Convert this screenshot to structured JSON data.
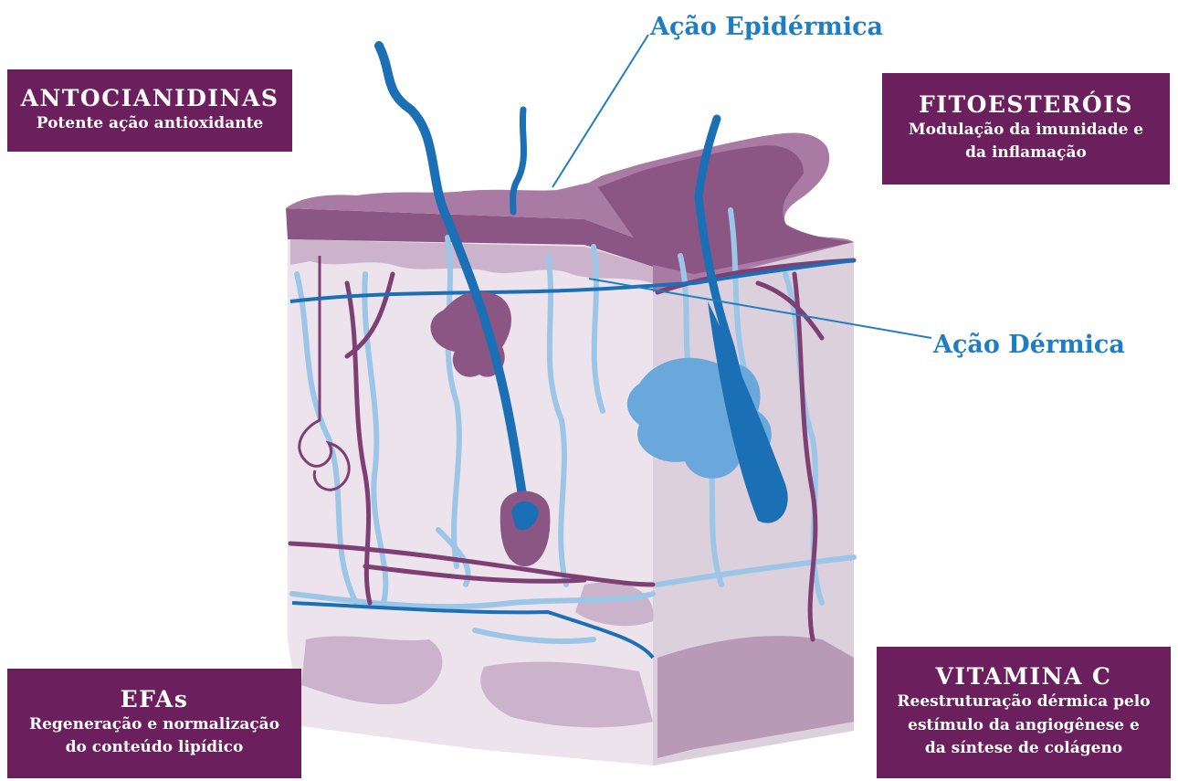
{
  "callouts": {
    "epidermal": "Ação Epidérmica",
    "dermal": "Ação Dérmica"
  },
  "boxes": {
    "antocianidinas": {
      "title": "ANTOCIANIDINAS",
      "lines": [
        "Potente ação antioxidante"
      ]
    },
    "fitoesterois": {
      "title": "FITOESTERÓIS",
      "lines": [
        "Modulação da imunidade e",
        "da inflamação"
      ]
    },
    "efas": {
      "title": "EFAs",
      "lines": [
        "Regeneração e normalização",
        "do conteúdo lipídico"
      ]
    },
    "vitamina_c": {
      "title": "VITAMINA C",
      "lines": [
        "Reestruturação dérmica pelo",
        "estímulo da angiogênese e",
        "da síntese de colágeno"
      ]
    }
  },
  "colors": {
    "box_bg": "#6b1f5c",
    "callout_blue": "#1f7ec2",
    "hair_blue": "#1a6fb5",
    "vessel_light_blue": "#9cc6e8",
    "vessel_purple": "#7d3f74",
    "skin_light": "#ece3ec",
    "skin_mid": "#cbb4cb",
    "skin_dark": "#8b5683"
  }
}
